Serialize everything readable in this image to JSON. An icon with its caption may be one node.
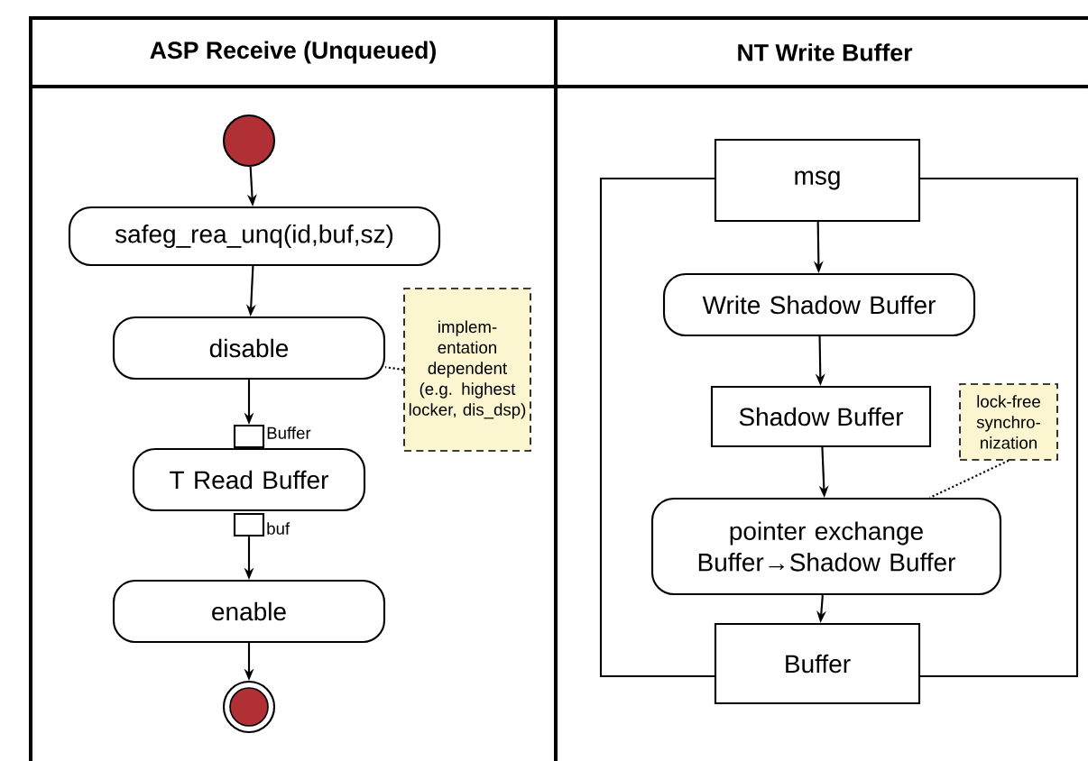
{
  "diagram": {
    "nodes": [
      {
        "text": [
          "ASP Receive (Unqueued)"
        ]
      },
      {
        "text": [
          "NT Write Buffer"
        ]
      },
      {
        "text": [],
        "shape": "circle",
        "in": 0
      },
      {
        "text": [
          "safeg_rea_unq(id,buf,sz)"
        ],
        "in": 0
      },
      {
        "text": [
          "disable"
        ],
        "in": 0
      },
      {
        "text": [],
        "shape": "box",
        "beside": [
          "Buffer"
        ],
        "in": 0
      },
      {
        "text": [
          "T Read Buffer"
        ],
        "in": 0
      },
      {
        "text": [],
        "shape": "box",
        "beside": [
          "buf"
        ],
        "in": 0
      },
      {
        "text": [
          "enable"
        ],
        "in": 0
      },
      {
        "text": [],
        "shape": "circle",
        "in": 0
      },
      {
        "text": [
          "implem- entation dependent (e.g. highest locker, dis_dsp)"
        ],
        "in": 0
      },
      {
        "text": [
          "msg"
        ],
        "in": 1
      },
      {
        "text": [
          "Write Shadow Buffer"
        ],
        "in": 1
      },
      {
        "text": [
          "Shadow Buffer"
        ],
        "in": 1
      },
      {
        "text": [
          "pointer exchange Buffer→Shadow Buffer"
        ],
        "in": 1
      },
      {
        "text": [
          "Buffer"
        ],
        "in": 1
      },
      {
        "text": [
          "lock-free synchro- nization"
        ],
        "in": 1
      }
    ],
    "edges": [
      {
        "from": 2,
        "to": 3,
        "arrow": "to"
      },
      {
        "from": 3,
        "to": 4,
        "arrow": "to"
      },
      {
        "from": 4,
        "to": 5,
        "arrow": "to"
      },
      {
        "from": 7,
        "to": 8,
        "arrow": "to"
      },
      {
        "from": 8,
        "to": 9,
        "arrow": "to"
      },
      {
        "from": 10,
        "to": 4,
        "arrow": "none",
        "style": "dashed"
      },
      {
        "from": 11,
        "to": 12,
        "arrow": "to"
      },
      {
        "from": 12,
        "to": 13,
        "arrow": "to"
      },
      {
        "from": 13,
        "to": 14,
        "arrow": "to"
      },
      {
        "from": 14,
        "to": 15,
        "arrow": "to"
      },
      {
        "from": 16,
        "to": 14,
        "arrow": "none",
        "style": "dashed"
      }
    ]
  }
}
